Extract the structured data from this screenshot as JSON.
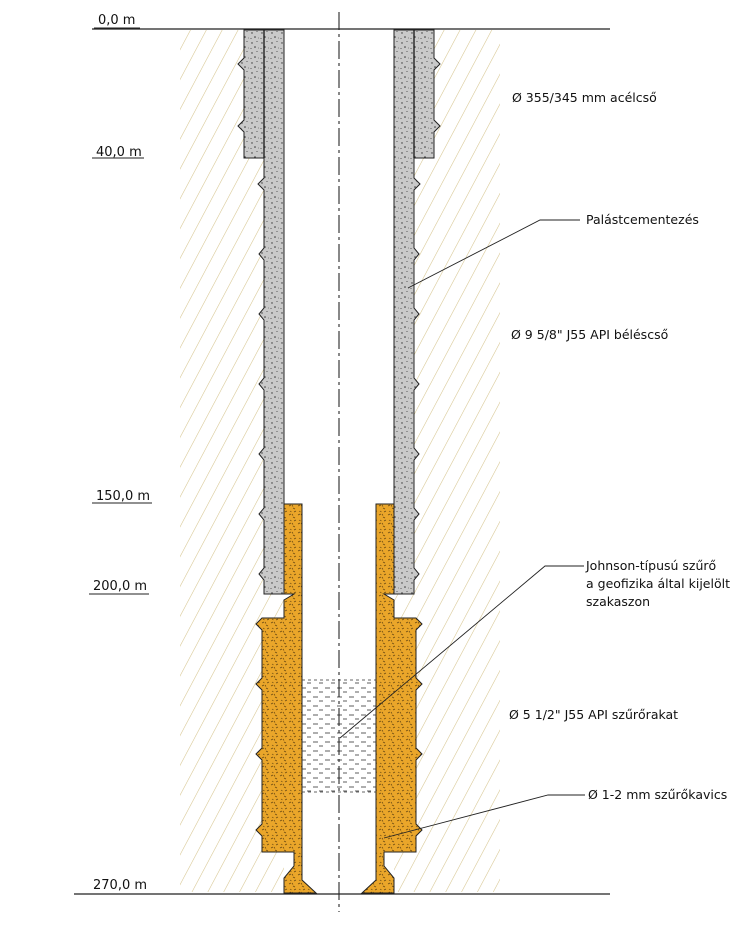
{
  "depth_markers": [
    "0,0 m",
    "40,0 m",
    "150,0 m",
    "200,0 m",
    "270,0 m"
  ],
  "annotations": {
    "steel_pipe": "Ø 355/345 mm acélcső",
    "cementing": "Palástcementezés",
    "casing": "Ø 9 5/8\" J55 API béléscső",
    "filter_line1": "Johnson-típusú szűrő",
    "filter_line2": "a geofizika által kijelölt",
    "filter_line3": "szakaszon",
    "screen_pipe": "Ø 5 1/2\" J55 API szűrőrakat",
    "gravel": "Ø 1-2 mm szűrőkavics"
  },
  "colors": {
    "soil_hatch": "#d8c89a",
    "cement": "#c8c8c8",
    "gravel": "#e9a82b",
    "outline": "#222222"
  }
}
